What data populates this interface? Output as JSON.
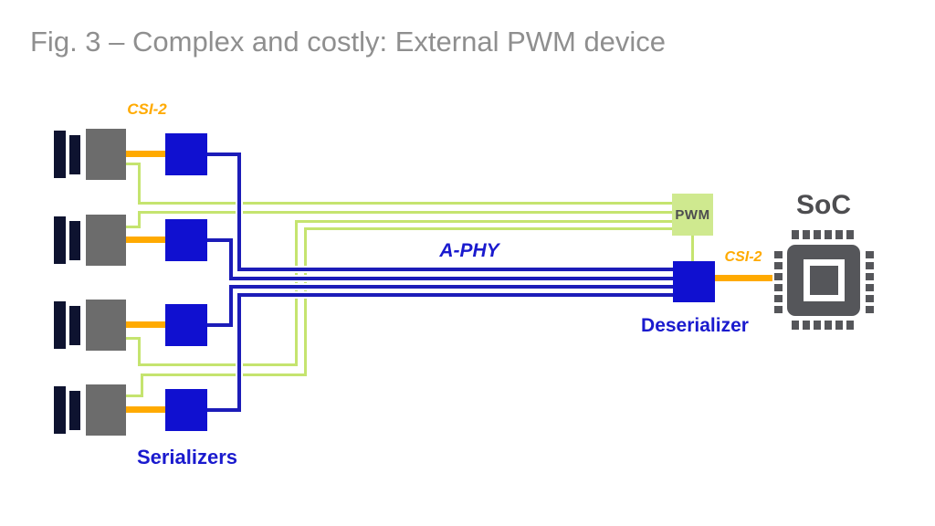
{
  "title": "Fig. 3 – Complex and costly: External PWM device",
  "labels": {
    "csi2_cameras": "CSI-2",
    "serializers": "Serializers",
    "aphy": "A-PHY",
    "pwm": "PWM",
    "deserializer": "Deserializer",
    "csi2_soc": "CSI-2",
    "soc": "SoC"
  },
  "structure": {
    "camera_count": 4,
    "serializer_count": 4,
    "aphy_link_count": 4,
    "pwm_wire_count": 4
  },
  "colors": {
    "title_text": "#8f8f8f",
    "box_blue": "#1010d0",
    "line_blue": "#1c1cb8",
    "text_blue": "#1a1ace",
    "line_green": "#c5e46f",
    "box_green": "#cfe98f",
    "line_orange": "#ffaa00",
    "camera_body": "#6c6c6c",
    "camera_lens": "#0e1330",
    "soc_gray": "#55565a",
    "dark_label": "#4d4d50"
  }
}
